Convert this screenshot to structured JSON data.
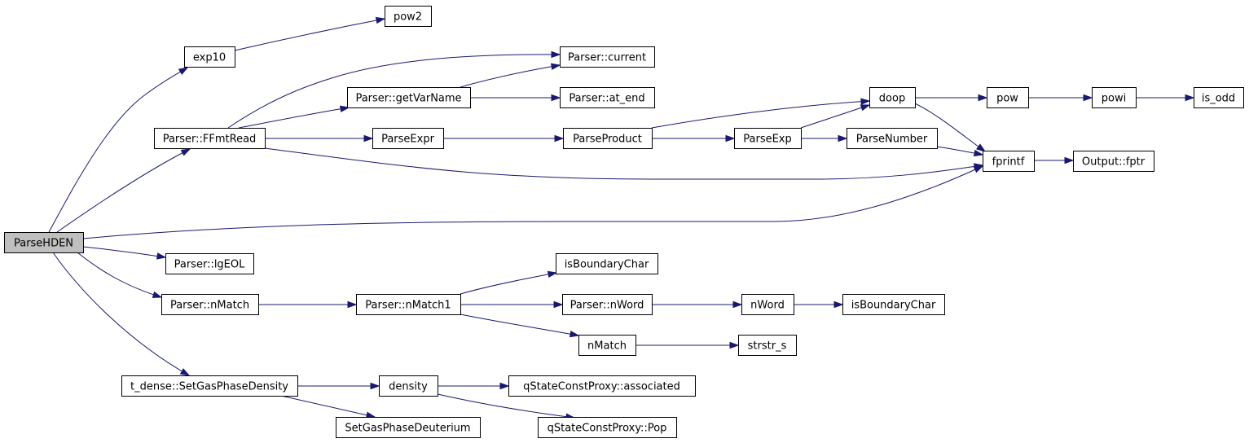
{
  "diagram": {
    "edge_color": "#191970",
    "root_fill": "#bfbfbf",
    "node_fill": "#ffffff",
    "nodes": [
      {
        "id": "ParseHDEN",
        "label": "ParseHDEN"
      },
      {
        "id": "exp10",
        "label": "exp10"
      },
      {
        "id": "pow2",
        "label": "pow2"
      },
      {
        "id": "FFmtRead",
        "label": "Parser::FFmtRead"
      },
      {
        "id": "current",
        "label": "Parser::current"
      },
      {
        "id": "getVarName",
        "label": "Parser::getVarName"
      },
      {
        "id": "at_end",
        "label": "Parser::at_end"
      },
      {
        "id": "ParseExpr",
        "label": "ParseExpr"
      },
      {
        "id": "ParseProduct",
        "label": "ParseProduct"
      },
      {
        "id": "ParseExp",
        "label": "ParseExp"
      },
      {
        "id": "doop",
        "label": "doop"
      },
      {
        "id": "pow",
        "label": "pow"
      },
      {
        "id": "powi",
        "label": "powi"
      },
      {
        "id": "is_odd",
        "label": "is_odd"
      },
      {
        "id": "ParseNumber",
        "label": "ParseNumber"
      },
      {
        "id": "fprintf",
        "label": "fprintf"
      },
      {
        "id": "fptr",
        "label": "Output::fptr"
      },
      {
        "id": "lgEOL",
        "label": "Parser::lgEOL"
      },
      {
        "id": "nMatchP",
        "label": "Parser::nMatch"
      },
      {
        "id": "nMatch1",
        "label": "Parser::nMatch1"
      },
      {
        "id": "isBoundaryChar1",
        "label": "isBoundaryChar"
      },
      {
        "id": "nWordP",
        "label": "Parser::nWord"
      },
      {
        "id": "nWord",
        "label": "nWord"
      },
      {
        "id": "isBoundaryChar2",
        "label": "isBoundaryChar"
      },
      {
        "id": "nMatch",
        "label": "nMatch"
      },
      {
        "id": "strstr_s",
        "label": "strstr_s"
      },
      {
        "id": "SetGasPhaseDensity",
        "label": "t_dense::SetGasPhaseDensity"
      },
      {
        "id": "density",
        "label": "density"
      },
      {
        "id": "associated",
        "label": "qStateConstProxy::associated"
      },
      {
        "id": "SetGasPhaseDeuterium",
        "label": "SetGasPhaseDeuterium"
      },
      {
        "id": "Pop",
        "label": "qStateConstProxy::Pop"
      }
    ],
    "edges": [
      [
        "ParseHDEN",
        "exp10"
      ],
      [
        "ParseHDEN",
        "FFmtRead"
      ],
      [
        "ParseHDEN",
        "fprintf"
      ],
      [
        "ParseHDEN",
        "lgEOL"
      ],
      [
        "ParseHDEN",
        "nMatchP"
      ],
      [
        "ParseHDEN",
        "SetGasPhaseDensity"
      ],
      [
        "exp10",
        "pow2"
      ],
      [
        "FFmtRead",
        "current"
      ],
      [
        "FFmtRead",
        "getVarName"
      ],
      [
        "FFmtRead",
        "ParseExpr"
      ],
      [
        "FFmtRead",
        "fprintf"
      ],
      [
        "getVarName",
        "current"
      ],
      [
        "getVarName",
        "at_end"
      ],
      [
        "ParseExpr",
        "ParseProduct"
      ],
      [
        "ParseProduct",
        "doop"
      ],
      [
        "ParseProduct",
        "ParseExp"
      ],
      [
        "ParseExp",
        "doop"
      ],
      [
        "ParseExp",
        "ParseNumber"
      ],
      [
        "doop",
        "pow"
      ],
      [
        "doop",
        "fprintf"
      ],
      [
        "pow",
        "powi"
      ],
      [
        "powi",
        "is_odd"
      ],
      [
        "ParseNumber",
        "fprintf"
      ],
      [
        "fprintf",
        "fptr"
      ],
      [
        "nMatchP",
        "nMatch1"
      ],
      [
        "nMatch1",
        "isBoundaryChar1"
      ],
      [
        "nMatch1",
        "nWordP"
      ],
      [
        "nMatch1",
        "nMatch"
      ],
      [
        "nWordP",
        "nWord"
      ],
      [
        "nWord",
        "isBoundaryChar2"
      ],
      [
        "nMatch",
        "strstr_s"
      ],
      [
        "SetGasPhaseDensity",
        "density"
      ],
      [
        "SetGasPhaseDensity",
        "SetGasPhaseDeuterium"
      ],
      [
        "density",
        "associated"
      ],
      [
        "density",
        "Pop"
      ]
    ]
  }
}
